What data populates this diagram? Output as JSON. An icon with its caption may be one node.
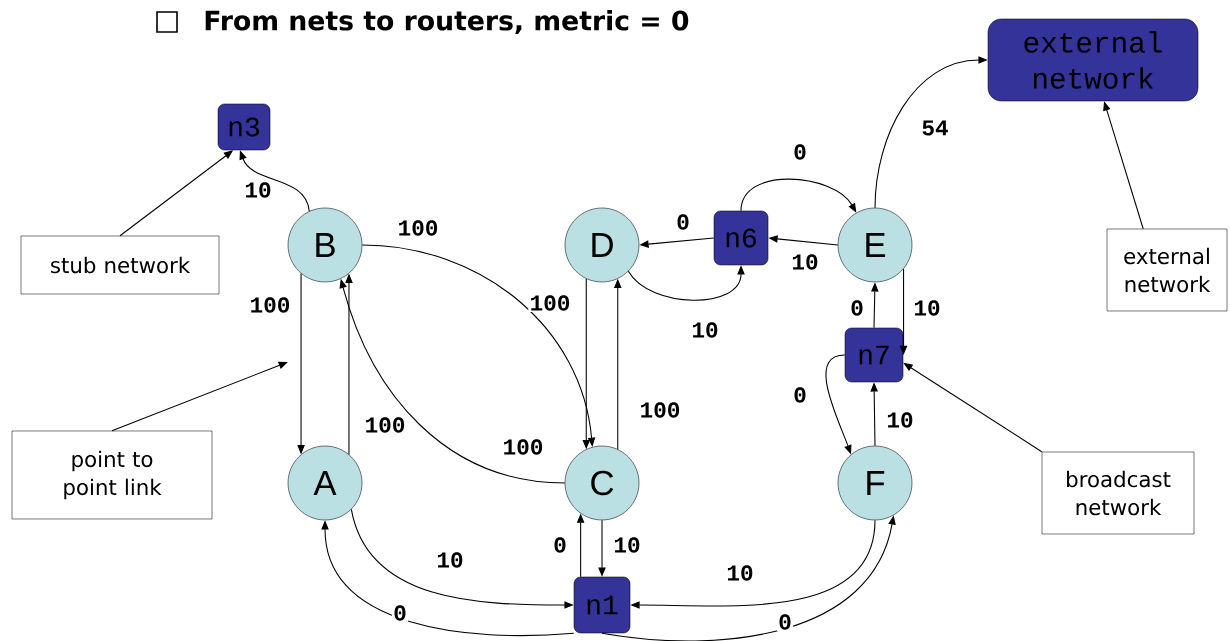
{
  "diagram": {
    "title": "From nets to routers, metric = 0",
    "nodes": [
      {
        "text": [
          "n3"
        ]
      },
      {
        "text": [
          "external network"
        ]
      },
      {
        "text": [
          "stub network"
        ]
      },
      {
        "text": [
          "B"
        ]
      },
      {
        "text": [
          "D"
        ]
      },
      {
        "text": [
          "n6"
        ]
      },
      {
        "text": [
          "E"
        ]
      },
      {
        "text": [
          "external network"
        ]
      },
      {
        "text": [
          "point to point link"
        ]
      },
      {
        "text": [
          "n7"
        ]
      },
      {
        "text": [
          "A"
        ]
      },
      {
        "text": [
          "C"
        ]
      },
      {
        "text": [
          "F"
        ]
      },
      {
        "text": [
          "broadcast network"
        ]
      },
      {
        "text": [
          "n1"
        ]
      }
    ],
    "edges": [
      {
        "from": 3,
        "to": 0,
        "arrow": "to",
        "label": "10"
      },
      {
        "from": 6,
        "to": 1,
        "arrow": "to",
        "label": "54"
      },
      {
        "from": 3,
        "to": 10,
        "arrow": "to",
        "label": "100"
      },
      {
        "from": 10,
        "to": 3,
        "arrow": "to",
        "label": "100"
      },
      {
        "from": 3,
        "to": 11,
        "arrow": "to",
        "label": "100"
      },
      {
        "from": 11,
        "to": 3,
        "arrow": "to",
        "label": "100"
      },
      {
        "from": 4,
        "to": 11,
        "arrow": "to",
        "label": "100"
      },
      {
        "from": 11,
        "to": 4,
        "arrow": "to",
        "label": "100"
      },
      {
        "from": 5,
        "to": 4,
        "arrow": "to",
        "label": "0"
      },
      {
        "from": 4,
        "to": 5,
        "arrow": "to",
        "label": "10"
      },
      {
        "from": 5,
        "to": 6,
        "arrow": "to",
        "label": "0"
      },
      {
        "from": 6,
        "to": 5,
        "arrow": "to",
        "label": "10"
      },
      {
        "from": 9,
        "to": 6,
        "arrow": "to",
        "label": "0"
      },
      {
        "from": 6,
        "to": 9,
        "arrow": "to",
        "label": "10"
      },
      {
        "from": 12,
        "to": 9,
        "arrow": "to",
        "label": "10"
      },
      {
        "from": 9,
        "to": 12,
        "arrow": "to",
        "label": "0"
      },
      {
        "from": 10,
        "to": 14,
        "arrow": "to",
        "label": "10"
      },
      {
        "from": 14,
        "to": 10,
        "arrow": "to",
        "label": "0"
      },
      {
        "from": 11,
        "to": 14,
        "arrow": "to",
        "label": "10"
      },
      {
        "from": 14,
        "to": 11,
        "arrow": "to",
        "label": "0"
      },
      {
        "from": 12,
        "to": 14,
        "arrow": "to",
        "label": "10"
      },
      {
        "from": 14,
        "to": 12,
        "arrow": "to",
        "label": "0"
      },
      {
        "from": 2,
        "to": 0,
        "arrow": "to"
      },
      {
        "from": 7,
        "to": 1,
        "arrow": "to"
      },
      {
        "from": 8,
        "to": null,
        "arrow": "to"
      },
      {
        "from": 13,
        "to": 9,
        "arrow": "to"
      }
    ]
  }
}
